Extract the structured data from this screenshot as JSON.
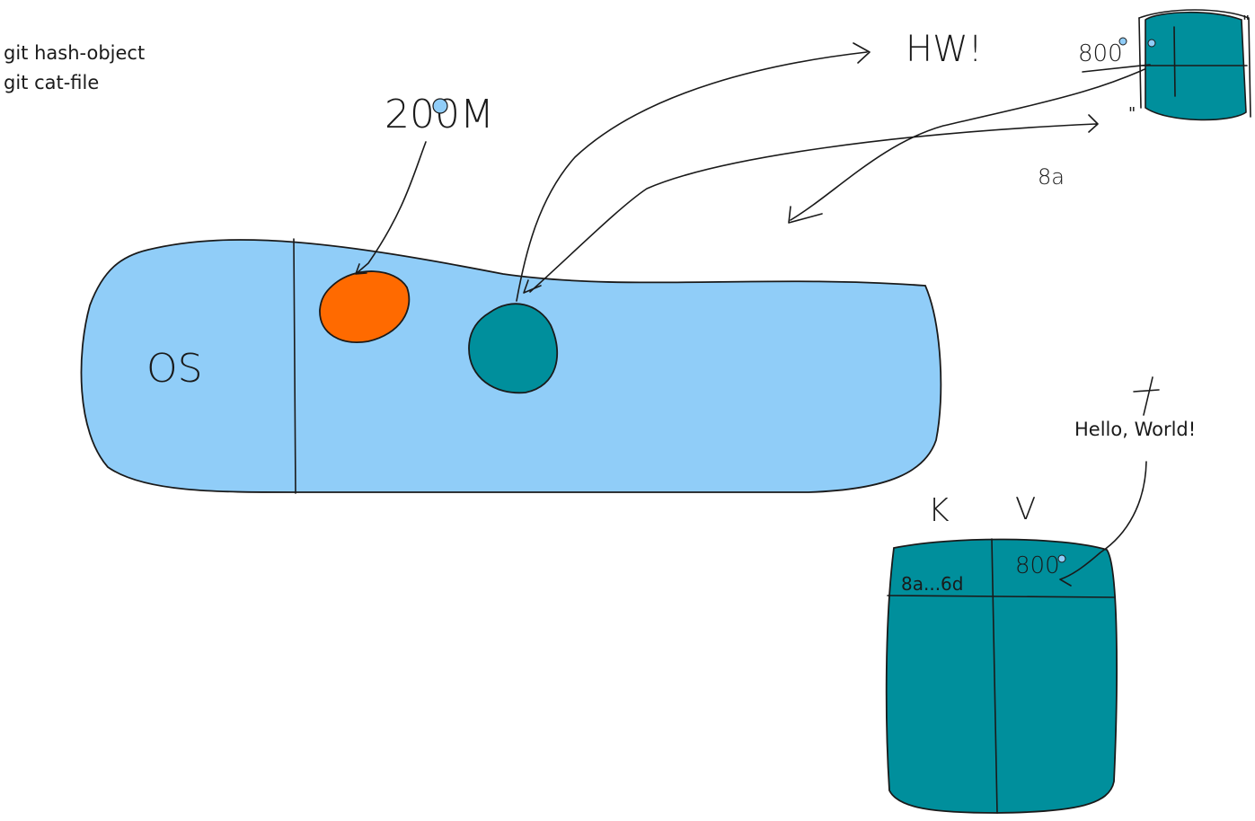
{
  "commands": [
    "git hash-object",
    "git cat-file"
  ],
  "labels": {
    "memory_size": "200M",
    "os": "OS",
    "hw": "HW!",
    "disk_addr_small": "800",
    "short_hash": "8a",
    "key_header": "K",
    "value_header": "V",
    "key_value": "8a...6d",
    "value_addr": "800",
    "content": "Hello, World!"
  },
  "colors": {
    "memory": "#90cdf8",
    "process_a": "#ff6a00",
    "process_b": "#008f9c",
    "disk": "#008f9c",
    "kv_store": "#008f9c",
    "small_dot": "#90cdf8",
    "ink": "#1a1a1a"
  }
}
